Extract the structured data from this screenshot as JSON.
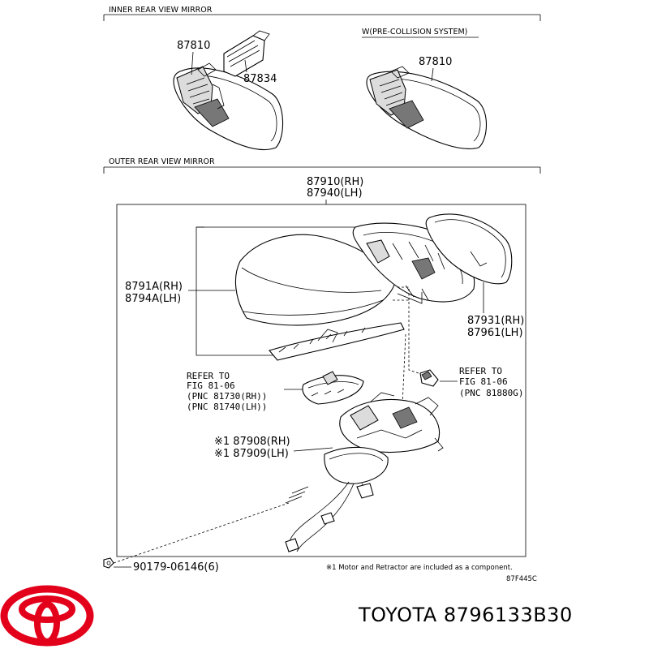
{
  "sections": {
    "inner": "INNER REAR VIEW MIRROR",
    "outer": "OUTER REAR VIEW MIRROR",
    "pre_collision": "W(PRE-COLLISION SYSTEM)"
  },
  "inner_parts": {
    "mirror_a": "87810",
    "cover": "87834",
    "mirror_b": "87810"
  },
  "outer_parts": {
    "assembly_rh": "87910(RH)",
    "assembly_lh": "87940(LH)",
    "cover_rh": "8791A(RH)",
    "cover_lh": "8794A(LH)",
    "mirror_rh": "87931(RH)",
    "mirror_lh": "87961(LH)",
    "refer_left_1": "REFER TO",
    "refer_left_2": "FIG 81-06",
    "refer_left_3": "(PNC 81730(RH))",
    "refer_left_4": "(PNC 81740(LH))",
    "refer_right_1": "REFER TO",
    "refer_right_2": "FIG 81-06",
    "refer_right_3": "(PNC 81880G)",
    "motor_rh": "※1 87908(RH)",
    "motor_lh": "※1 87909(LH)",
    "screw": "90179-06146(6)",
    "footnote": "※1 Motor and Retractor are included as a component.",
    "figure_code": "87F445C"
  },
  "brand": {
    "text": "TOYOTA 8796133B30",
    "logo_color": "#e3001b"
  }
}
